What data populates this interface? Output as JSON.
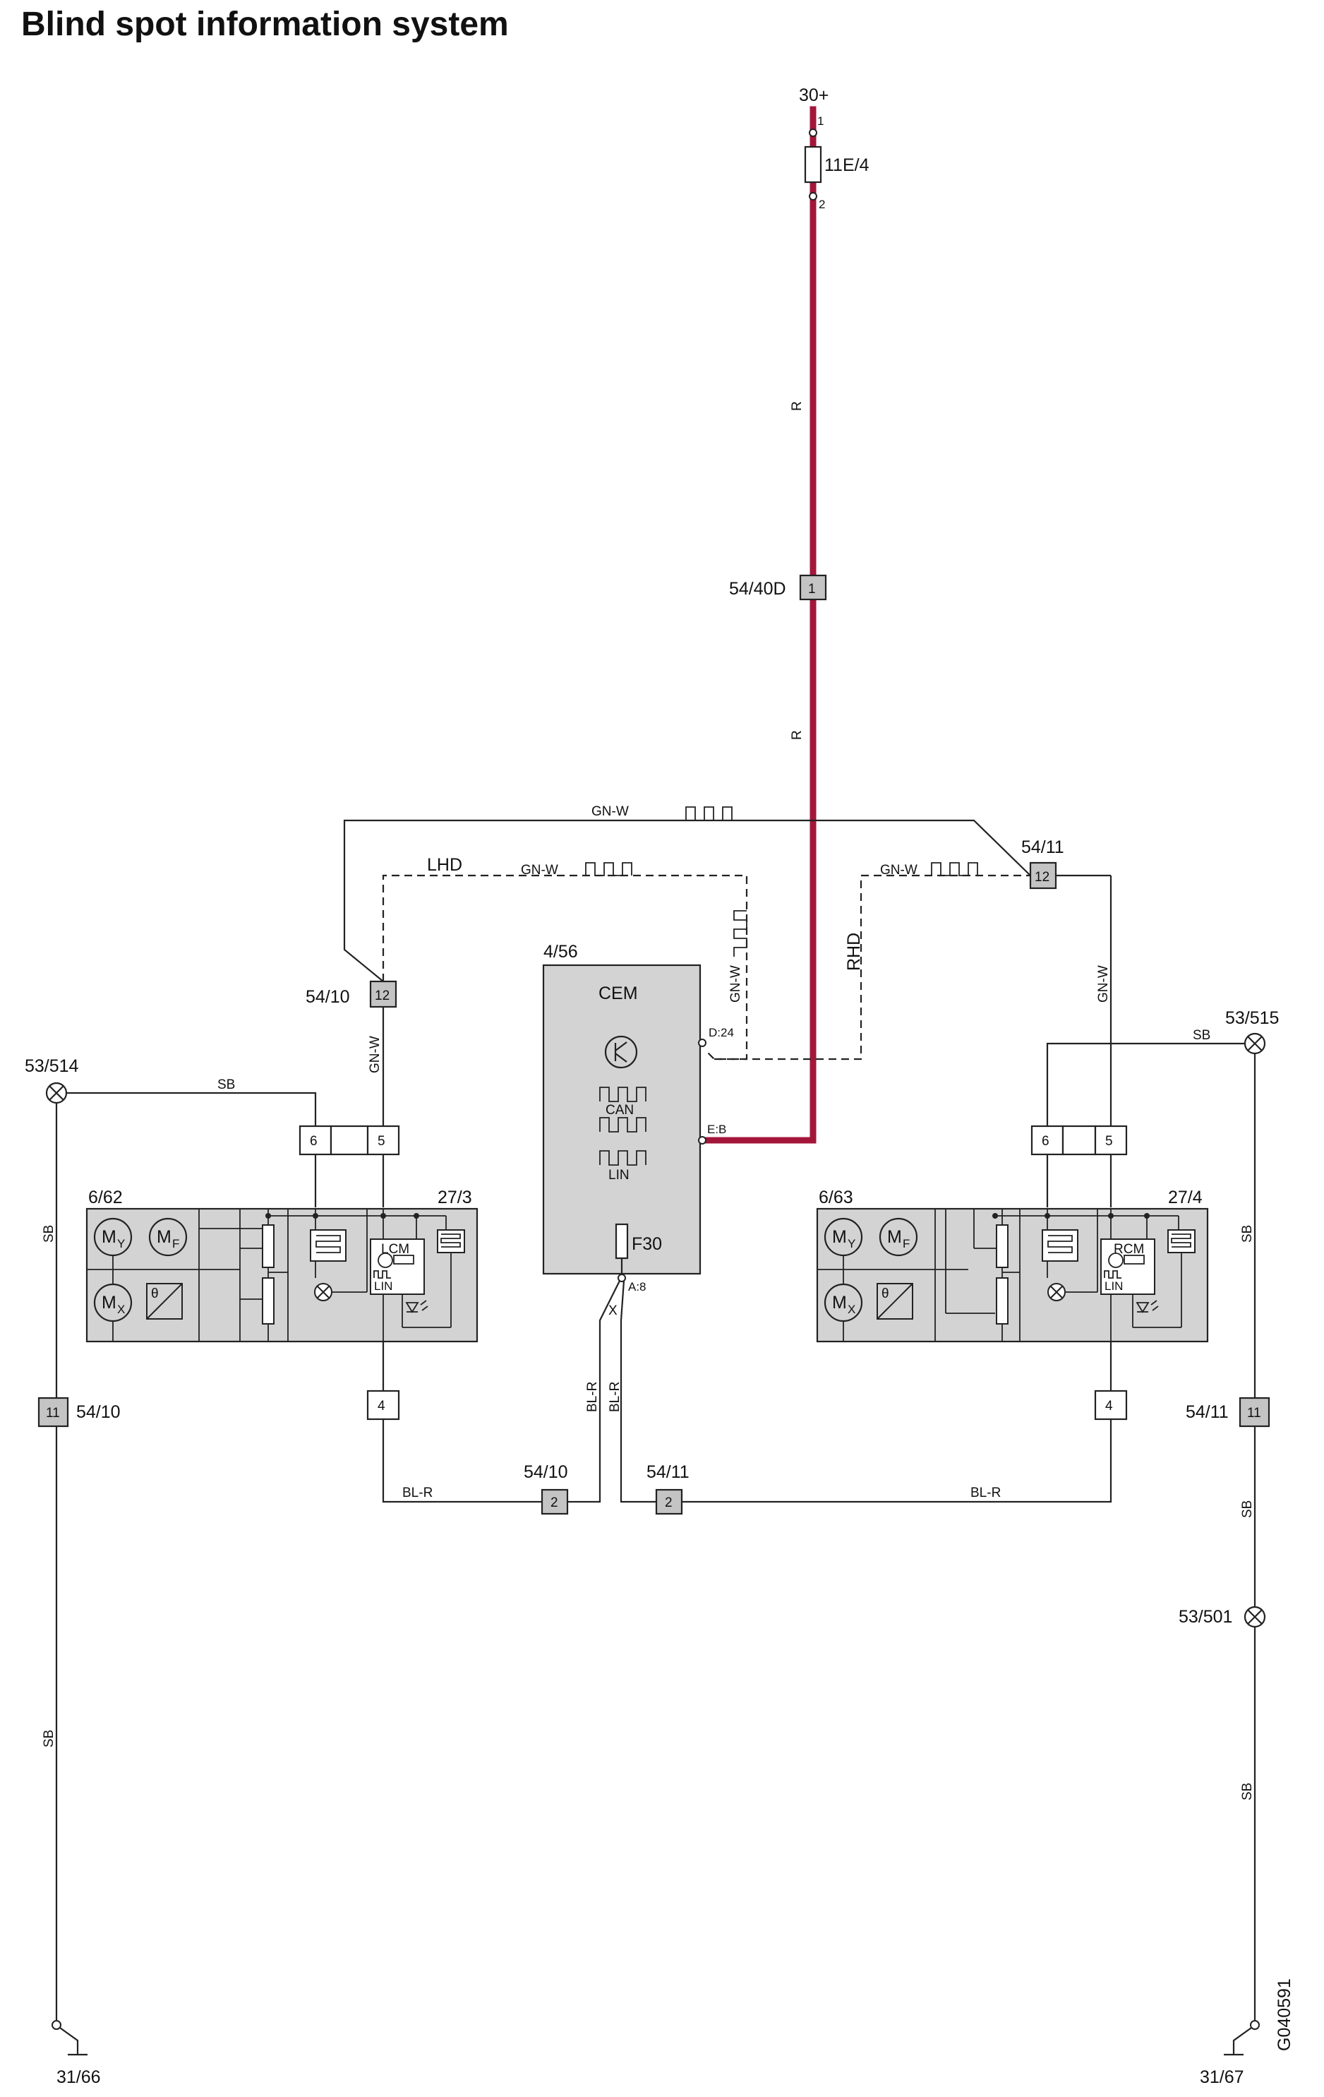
{
  "title": "Blind spot information system",
  "drawing_id": "G040591",
  "supply": {
    "terminal": "30+",
    "fuse": "11E/4",
    "pin_in": "1",
    "pin_out": "2"
  },
  "wire_colors": {
    "r": "R",
    "gnw": "GN-W",
    "sb": "SB",
    "blr": "BL-R"
  },
  "variants": {
    "lhd": "LHD",
    "rhd": "RHD"
  },
  "connectors": {
    "c5440d": {
      "name": "54/40D",
      "pin": "1"
    },
    "c5410_top": {
      "name": "54/10",
      "pin": "12"
    },
    "c5411_top": {
      "name": "54/11",
      "pin": "12"
    },
    "c5410_ground": {
      "name": "54/10",
      "pin": "11"
    },
    "c5411_ground": {
      "name": "54/11",
      "pin": "11"
    },
    "c5410_bottom": {
      "name": "54/10",
      "pin": "2"
    },
    "c5411_bottom": {
      "name": "54/11",
      "pin": "2"
    },
    "mod_left_pins": [
      "6",
      "5",
      "4"
    ],
    "mod_right_pins": [
      "6",
      "5",
      "4"
    ]
  },
  "splices": {
    "s53514": "53/514",
    "s53515": "53/515",
    "s53501": "53/501"
  },
  "grounds": {
    "g3166": "31/66",
    "g3167": "31/67"
  },
  "cem": {
    "id": "4/56",
    "name": "CEM",
    "can": "CAN",
    "lin": "LIN",
    "fuse": "F30",
    "pin_d": "D:24",
    "pin_e": "E:B",
    "pin_a": "A:8",
    "mark_x": "X"
  },
  "left_mirror": {
    "mirror_id": "6/62",
    "module_id": "27/3",
    "module": "LCM",
    "lin": "LIN",
    "motors": [
      "M",
      "M",
      "M"
    ],
    "motor_subs": [
      "Y",
      "F",
      "X"
    ],
    "theta": "θ"
  },
  "right_mirror": {
    "mirror_id": "6/63",
    "module_id": "27/4",
    "module": "RCM",
    "lin": "LIN",
    "motors": [
      "M",
      "M",
      "M"
    ],
    "motor_subs": [
      "Y",
      "F",
      "X"
    ],
    "theta": "θ"
  },
  "colors": {
    "red_wire": "#a3163a",
    "component_fill": "#d3d3d3",
    "connector_fill": "#c4c4c4",
    "line": "#222222"
  }
}
